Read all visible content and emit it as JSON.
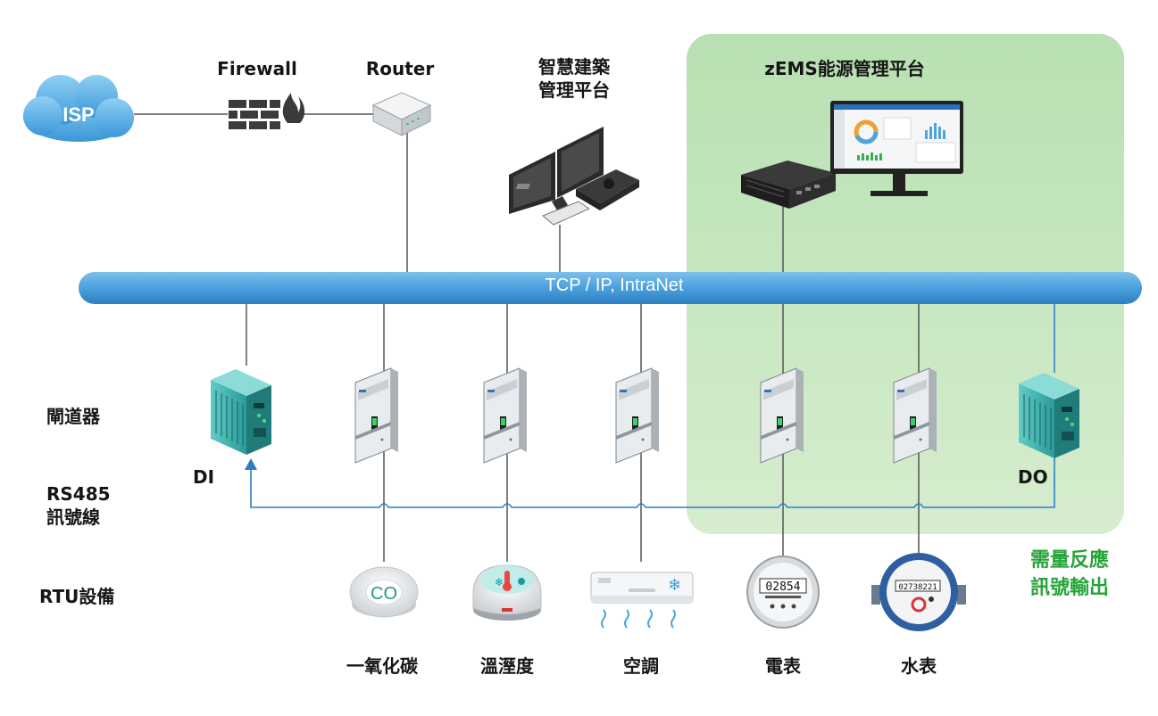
{
  "network": {
    "isp": "ISP",
    "firewall": "Firewall",
    "router": "Router",
    "bms_platform": [
      "智慧建築",
      "管理平台"
    ],
    "zems_platform": "zEMS能源管理平台",
    "bus": "TCP / IP, IntraNet"
  },
  "row_labels": {
    "gateway": "閘道器",
    "rs485": [
      "RS485",
      "訊號線"
    ],
    "rtu": "RTU設備"
  },
  "io": {
    "di": "DI",
    "do": "DO",
    "demand_response": [
      "需量反應",
      "訊號輸出"
    ]
  },
  "devices": {
    "co_icon_text": "CO",
    "electric_meter_reading": "02854",
    "water_meter_reading": "02738221",
    "names": [
      "一氧化碳",
      "溫溼度",
      "空調",
      "電表",
      "水表"
    ]
  },
  "colors": {
    "bus_blue": "#4fa0dc",
    "zone_green": "#c9e7c0",
    "signal_blue": "#2e7cc6",
    "accent_green": "#27a33a"
  }
}
